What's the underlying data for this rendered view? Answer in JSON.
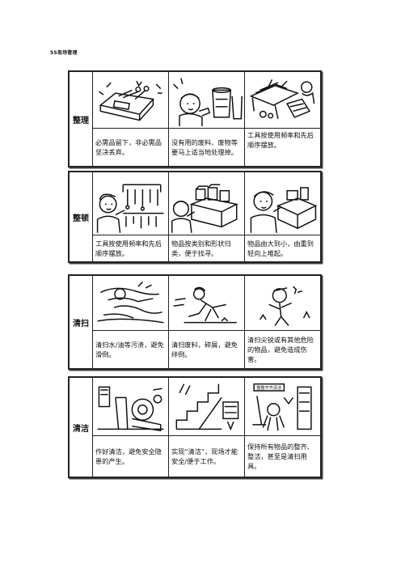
{
  "title": "5S现场管理",
  "sections": [
    {
      "label": "整理",
      "texts": [
        "必需品留下，非必需品坚决丢弃。",
        "没有用的废料、废物等要马上适当地处理掉。",
        "工具按使用频率和先后顺序摆放。"
      ],
      "icons": [
        "tool-box-sorting-icon",
        "worker-with-bins-icon",
        "desk-sorting-icon"
      ]
    },
    {
      "label": "整顿",
      "texts": [
        "工具按使用频率和先后顺序摆放。",
        "物品按类别和形状归类，便于找寻。",
        "物品由大到小，由重到轻向上堆起。"
      ],
      "icons": [
        "tool-wall-rack-icon",
        "stacked-boxes-icon",
        "worker-stacking-icon"
      ]
    },
    {
      "label": "清扫",
      "texts": [
        "清扫水/油等污渍，避免滑倒。",
        "清扫废料，碎屑，避免绊倒。",
        "清扫尖锐或有其他危险的物品，避免造成伤害。"
      ],
      "icons": [
        "slipping-worker-icon",
        "tripping-worker-icon",
        "injured-worker-icon"
      ]
    },
    {
      "label": "清洁",
      "texts": [
        "作好清洁，避免安全隐患的产生。",
        "实现“清洁”，现场才能安全/便于工作。",
        "保持所有物品的整齐、整洁，甚至是清扫用具。"
      ],
      "icons": [
        "clean-workshop-icon",
        "clean-staircase-icon",
        "cleaning-tools-icon"
      ],
      "sign_text": "整整齐齐清洁"
    }
  ]
}
